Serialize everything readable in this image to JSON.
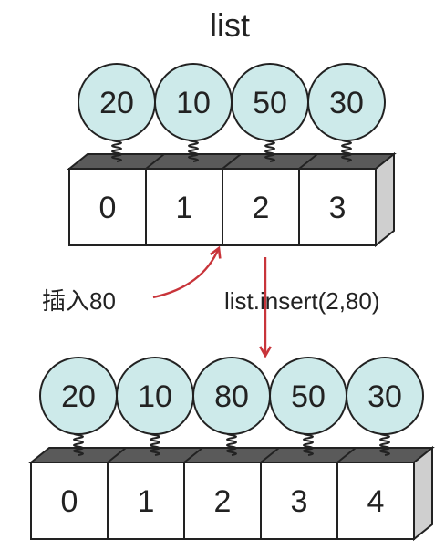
{
  "title": "list",
  "before": {
    "indices": [
      "0",
      "1",
      "2",
      "3"
    ],
    "values": [
      "20",
      "10",
      "50",
      "30"
    ]
  },
  "after": {
    "indices": [
      "0",
      "1",
      "2",
      "3",
      "4"
    ],
    "values": [
      "20",
      "10",
      "80",
      "50",
      "30"
    ]
  },
  "insert_label": "插入80",
  "method_call": "list.insert(2,80)",
  "colors": {
    "ball_fill": "#cdeaea",
    "box_top": "#5a5a5a",
    "box_side": "#cfcfcf",
    "stroke": "#222222",
    "arrow": "#c8343a"
  }
}
